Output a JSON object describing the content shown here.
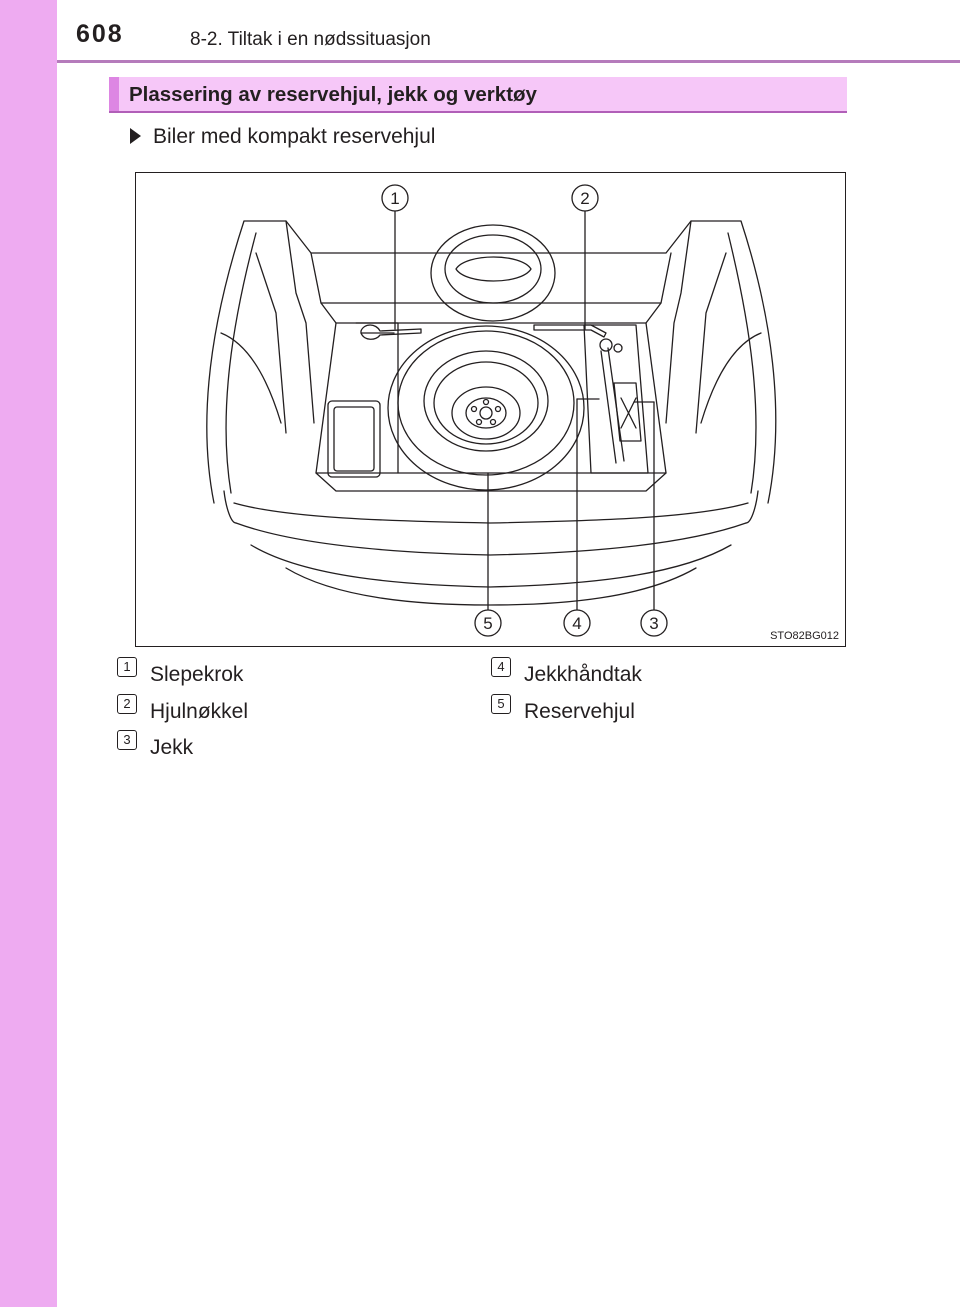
{
  "header": {
    "page_number": "608",
    "section": "8-2. Tiltak i en nødssituasjon"
  },
  "heading": "Plassering av reservehjul, jekk og verktøy",
  "subheading": "Biler med kompakt reservehjul",
  "figure": {
    "code": "STO82BG012",
    "callouts": [
      "1",
      "2",
      "3",
      "4",
      "5"
    ]
  },
  "legend": [
    {
      "num": "1",
      "label": "Slepekrok"
    },
    {
      "num": "2",
      "label": "Hjulnøkkel"
    },
    {
      "num": "3",
      "label": "Jekk"
    },
    {
      "num": "4",
      "label": "Jekkhåndtak"
    },
    {
      "num": "5",
      "label": "Reservehjul"
    }
  ],
  "colors": {
    "side_band": "#eeabf1",
    "heading_bg": "#f6c7f8",
    "heading_accent": "#dd86e3",
    "rule": "#b57bbb",
    "text": "#231f20"
  }
}
